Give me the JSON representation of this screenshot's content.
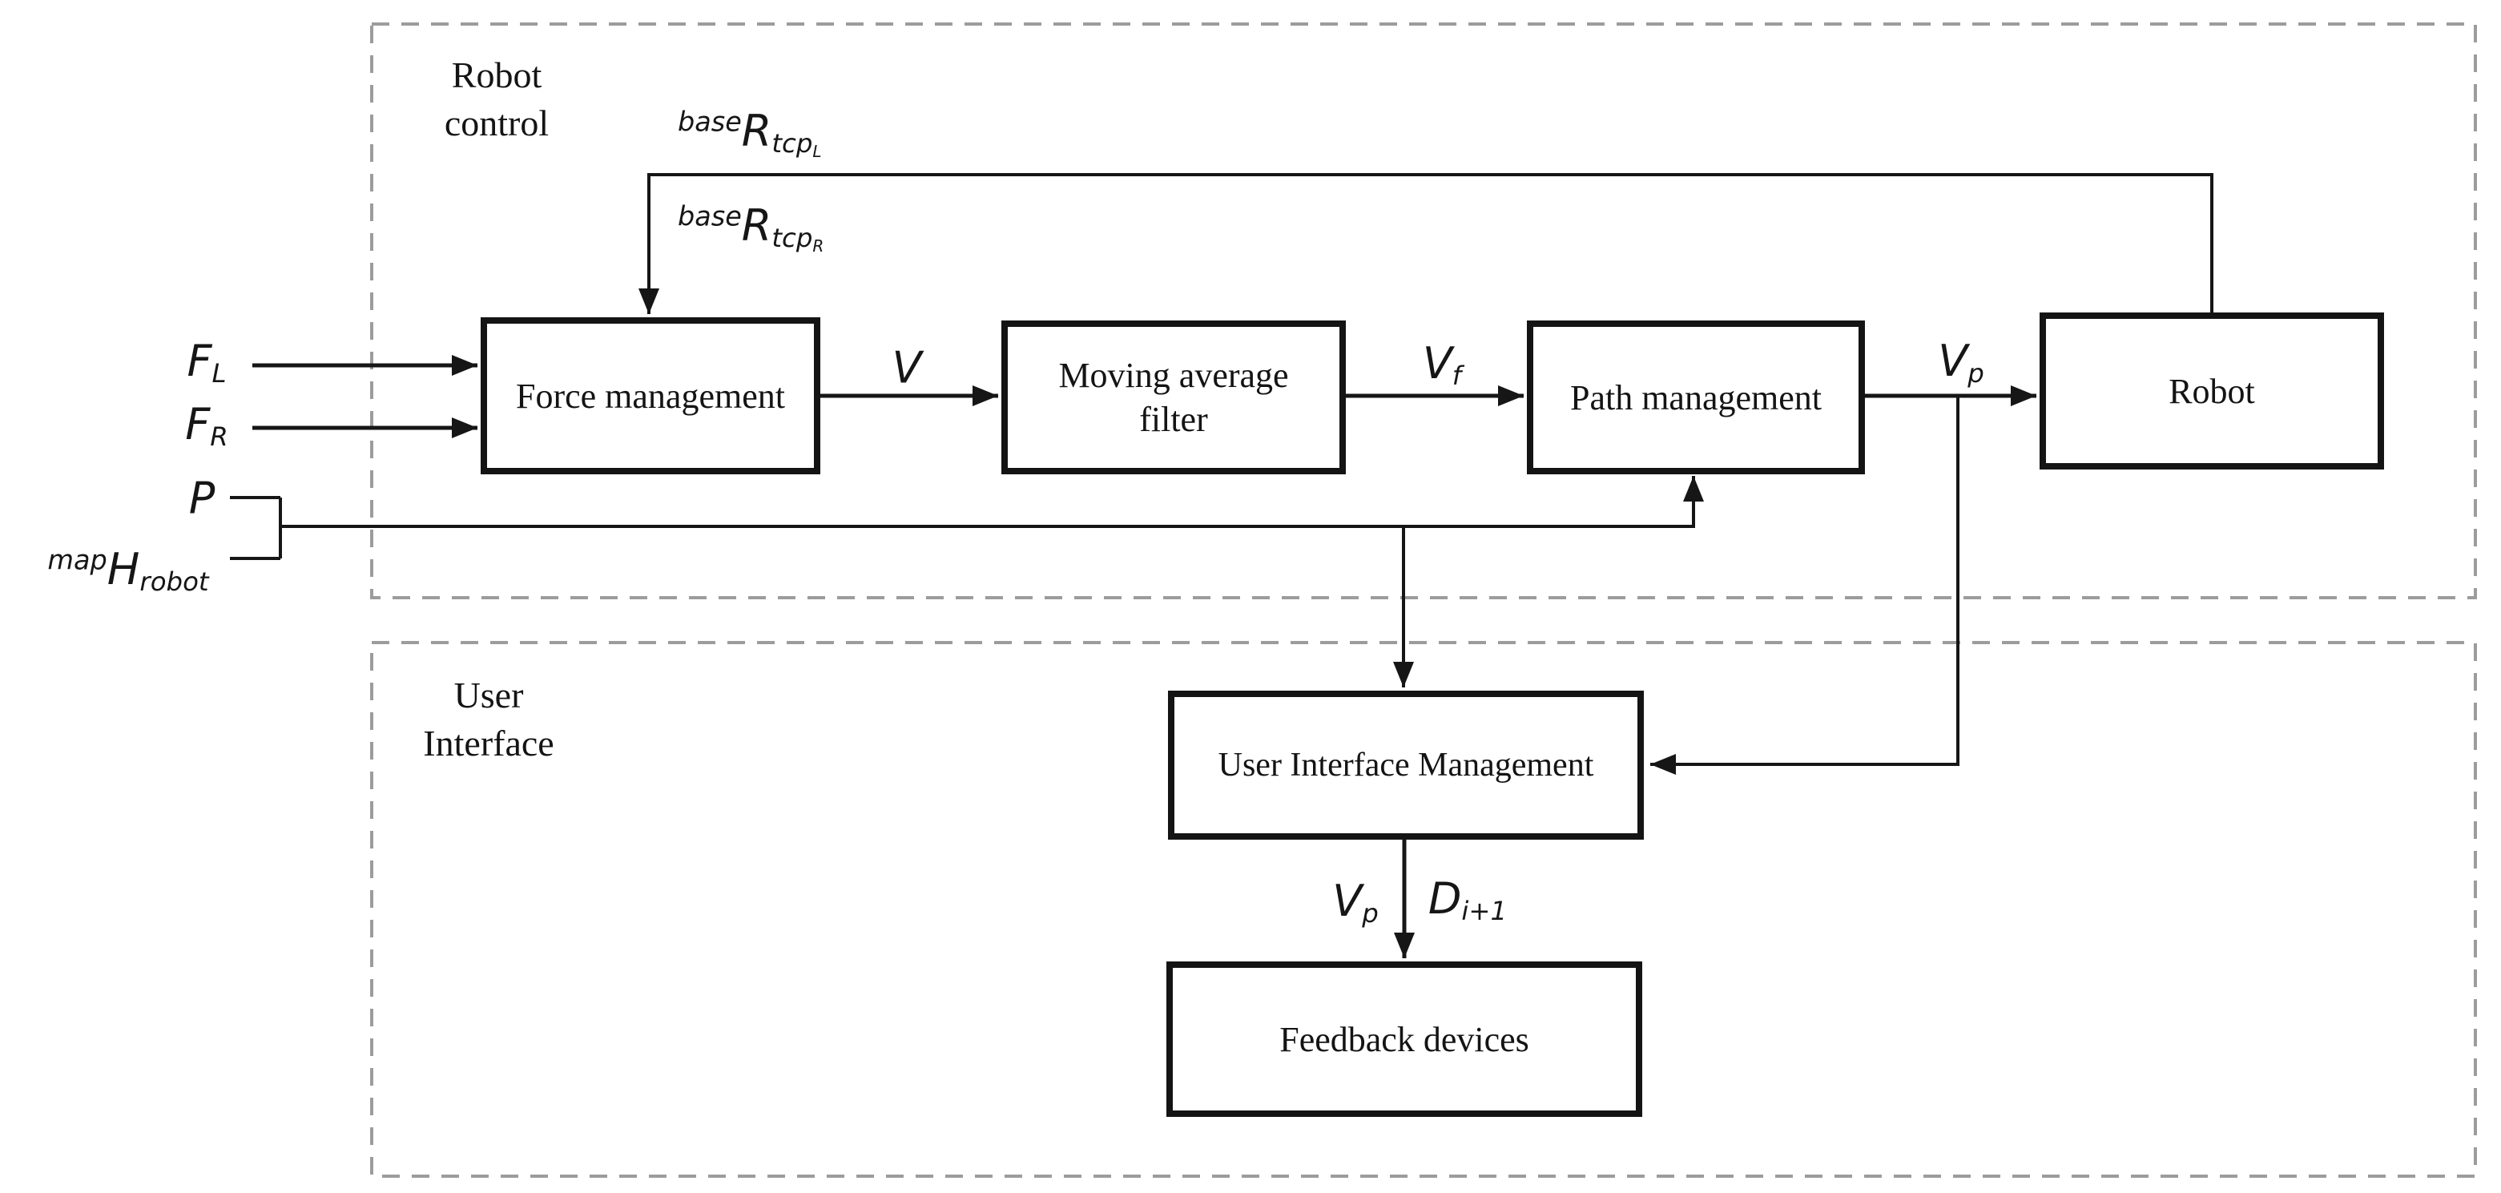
{
  "regions": {
    "robot_control": {
      "label_line1": "Robot",
      "label_line2": "control"
    },
    "user_interface": {
      "label_line1": "User",
      "label_line2": "Interface"
    }
  },
  "blocks": {
    "force_management": {
      "label": "Force management"
    },
    "moving_average_filter": {
      "label_line1": "Moving average",
      "label_line2": "filter"
    },
    "path_management": {
      "label": "Path management"
    },
    "robot": {
      "label": "Robot"
    },
    "user_interface_management": {
      "label": "User Interface Management"
    },
    "feedback_devices": {
      "label": "Feedback devices"
    }
  },
  "signals": {
    "f_left": {
      "main": "F",
      "sub": "L"
    },
    "f_right": {
      "main": "F",
      "sub": "R"
    },
    "p": {
      "main": "P"
    },
    "map_h_robot": {
      "sup": "map",
      "main": "H",
      "sub": "robot"
    },
    "v": {
      "main": "V"
    },
    "v_f": {
      "main": "V",
      "sub": "f"
    },
    "v_p": {
      "main": "V",
      "sub": "p"
    },
    "base_r_tcp_l": {
      "sup": "base",
      "main": "R",
      "sub": "tcp",
      "subsub": "L"
    },
    "base_r_tcp_r": {
      "sup": "base",
      "main": "R",
      "sub": "tcp",
      "subsub": "R"
    },
    "v_p_out": {
      "main": "V",
      "sub": "p"
    },
    "d_i_plus_1": {
      "main": "D",
      "sub": "i+1"
    }
  },
  "colors": {
    "background": "#ffffff",
    "line": "#161616",
    "block_border": "#141414",
    "region_border": "#9c9c9c",
    "text": "#141414"
  }
}
